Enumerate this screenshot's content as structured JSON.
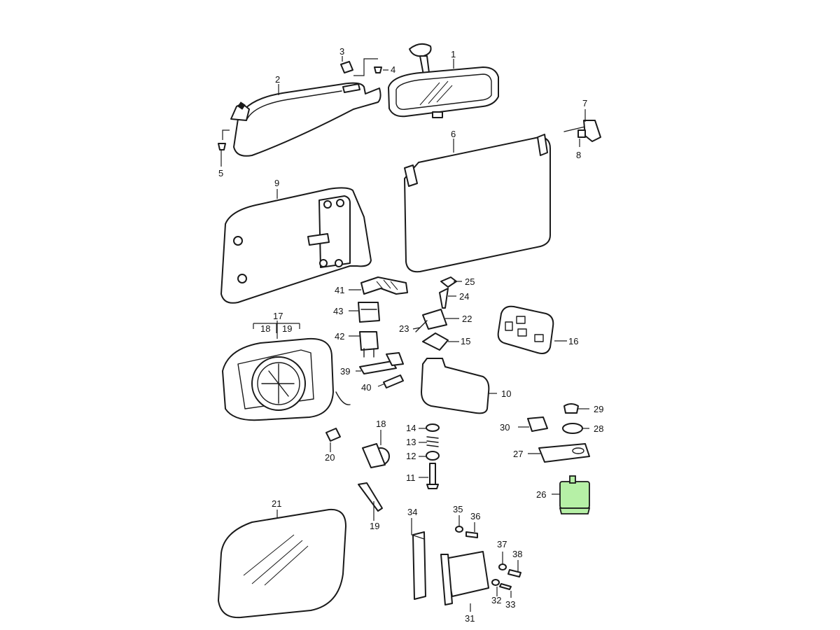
{
  "callouts": [
    {
      "id": "c1",
      "text": "1"
    },
    {
      "id": "c2",
      "text": "2"
    },
    {
      "id": "c3",
      "text": "3"
    },
    {
      "id": "c4",
      "text": "4"
    },
    {
      "id": "c5",
      "text": "5"
    },
    {
      "id": "c6",
      "text": "6"
    },
    {
      "id": "c7",
      "text": "7"
    },
    {
      "id": "c8",
      "text": "8"
    },
    {
      "id": "c9",
      "text": "9"
    },
    {
      "id": "c10",
      "text": "10"
    },
    {
      "id": "c11",
      "text": "11"
    },
    {
      "id": "c12",
      "text": "12"
    },
    {
      "id": "c13",
      "text": "13"
    },
    {
      "id": "c14",
      "text": "14"
    },
    {
      "id": "c15",
      "text": "15"
    },
    {
      "id": "c16",
      "text": "16"
    },
    {
      "id": "c17",
      "text": "17"
    },
    {
      "id": "c18a",
      "text": "18"
    },
    {
      "id": "c18b",
      "text": "18"
    },
    {
      "id": "c19a",
      "text": "19"
    },
    {
      "id": "c19b",
      "text": "19"
    },
    {
      "id": "c20",
      "text": "20"
    },
    {
      "id": "c21",
      "text": "21"
    },
    {
      "id": "c22",
      "text": "22"
    },
    {
      "id": "c23",
      "text": "23"
    },
    {
      "id": "c24",
      "text": "24"
    },
    {
      "id": "c25",
      "text": "25"
    },
    {
      "id": "c26",
      "text": "26"
    },
    {
      "id": "c27",
      "text": "27"
    },
    {
      "id": "c28",
      "text": "28"
    },
    {
      "id": "c29",
      "text": "29"
    },
    {
      "id": "c30",
      "text": "30"
    },
    {
      "id": "c31",
      "text": "31"
    },
    {
      "id": "c32",
      "text": "32"
    },
    {
      "id": "c33",
      "text": "33"
    },
    {
      "id": "c34",
      "text": "34"
    },
    {
      "id": "c35",
      "text": "35"
    },
    {
      "id": "c36",
      "text": "36"
    },
    {
      "id": "c37",
      "text": "37"
    },
    {
      "id": "c38",
      "text": "38"
    },
    {
      "id": "c39",
      "text": "39"
    },
    {
      "id": "c40",
      "text": "40"
    },
    {
      "id": "c41",
      "text": "41"
    },
    {
      "id": "c42",
      "text": "42"
    },
    {
      "id": "c43",
      "text": "43"
    }
  ],
  "colors": {
    "line": "#1a1a1a",
    "highlight": "#b6f0a6",
    "background": "#ffffff"
  }
}
